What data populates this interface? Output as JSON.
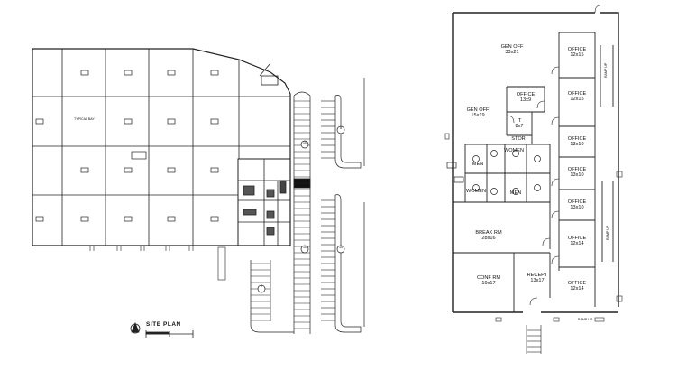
{
  "site_plan": {
    "title": "SITE PLAN",
    "bay_label": "TYPICAL BAY",
    "parking_markers": [
      "10",
      "8",
      "10",
      "15",
      "7"
    ]
  },
  "floor_plan": {
    "rooms": [
      {
        "name": "GEN OFF",
        "size": "33x21"
      },
      {
        "name": "OFFICE",
        "size": "12x15"
      },
      {
        "name": "OFFICE",
        "size": "12x15"
      },
      {
        "name": "OFFICE",
        "size": "13x9"
      },
      {
        "name": "GEN OFF",
        "size": "15x19"
      },
      {
        "name": "IT",
        "size": "8x7"
      },
      {
        "name": "STOR",
        "size": ""
      },
      {
        "name": "OFFICE",
        "size": "13x10"
      },
      {
        "name": "OFFICE",
        "size": "13x10"
      },
      {
        "name": "OFFICE",
        "size": "13x10"
      },
      {
        "name": "BREAK RM",
        "size": "28x16"
      },
      {
        "name": "OFFICE",
        "size": "12x14"
      },
      {
        "name": "CONF RM",
        "size": "19x17"
      },
      {
        "name": "RECEPT",
        "size": "13x17"
      },
      {
        "name": "OFFICE",
        "size": "12x14"
      }
    ],
    "restrooms": [
      "MEN",
      "WOMEN",
      "WOMEN",
      "MEN"
    ],
    "ramps": [
      "RAMP UP",
      "RAMP UP",
      "RAMP UP"
    ]
  }
}
